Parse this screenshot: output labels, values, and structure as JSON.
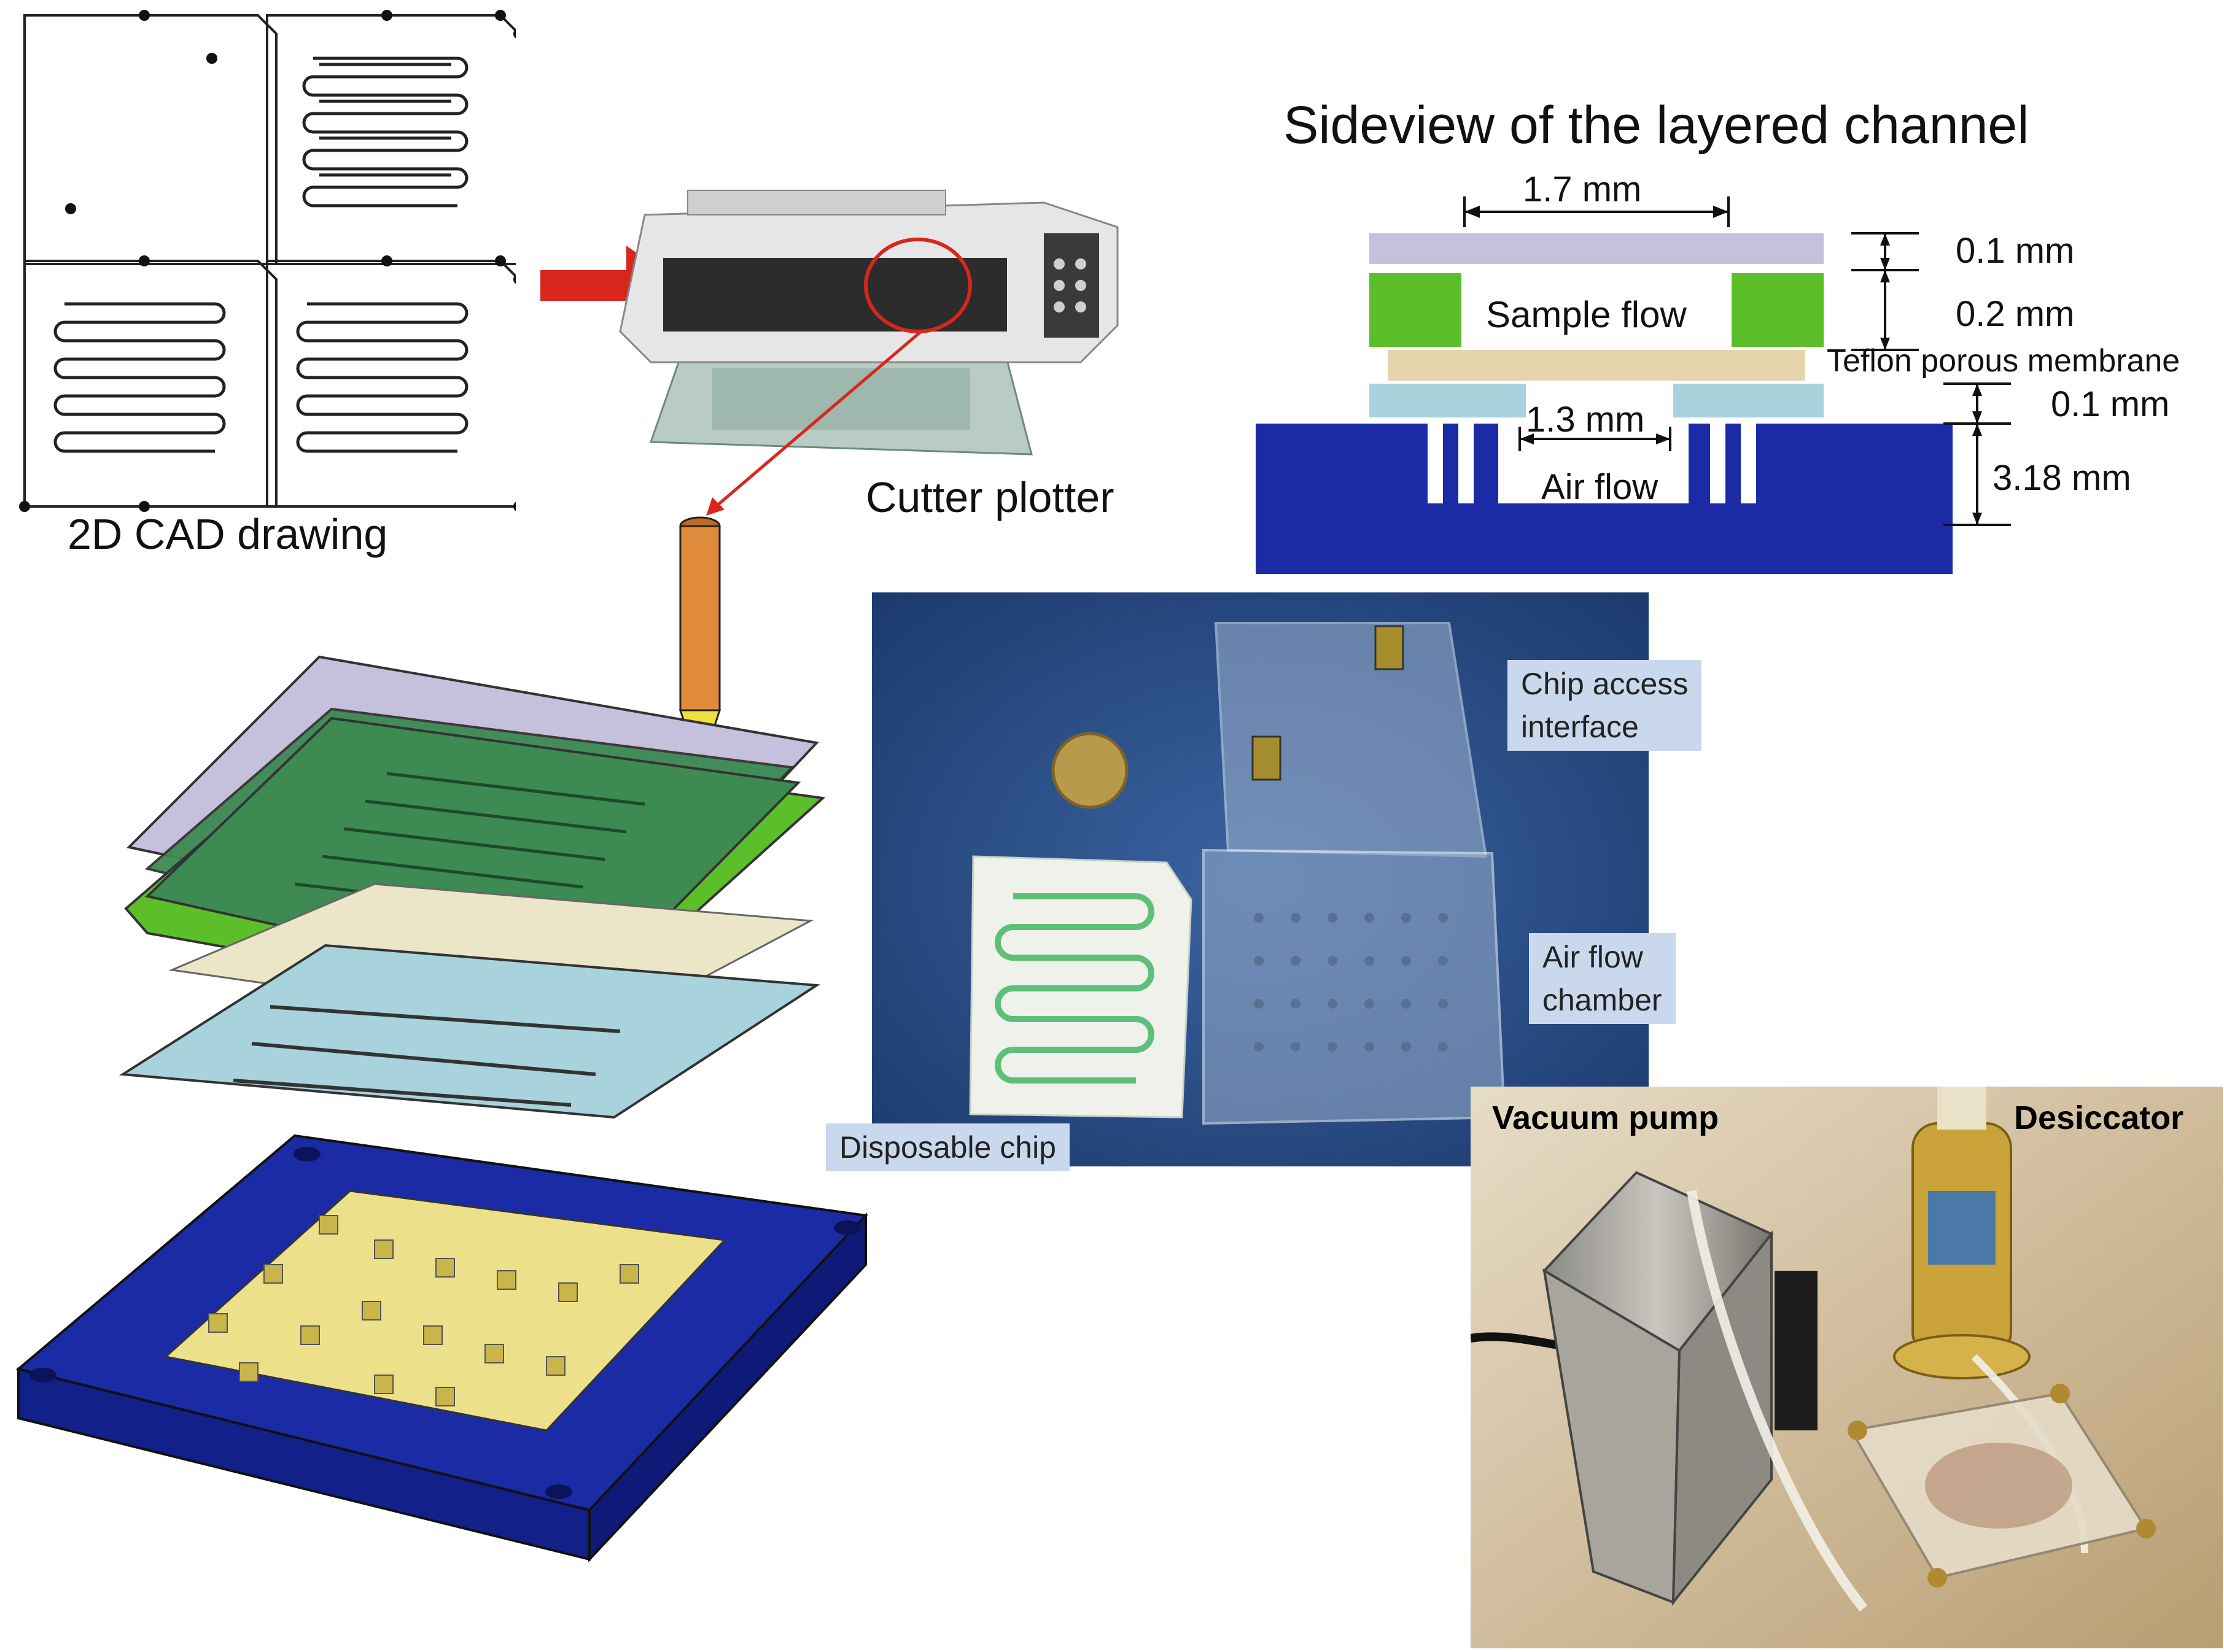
{
  "cad": {
    "label": "2D CAD drawing"
  },
  "plotter": {
    "label": "Cutter plotter"
  },
  "sideview": {
    "title": "Sideview of the layered channel",
    "dim_top_width": "1.7 mm",
    "dim_layer1": "0.1 mm",
    "dim_layer2": "0.2 mm",
    "membrane_label": "Teflon porous membrane",
    "dim_layer3": "0.1 mm",
    "dim_base": "3.18 mm",
    "dim_air_width": "1.3 mm",
    "sample_flow": "Sample flow",
    "air_flow": "Air flow"
  },
  "photo_chip": {
    "chip_access_line1": "Chip access",
    "chip_access_line2": "interface",
    "air_chamber_line1": "Air flow",
    "air_chamber_line2": "chamber",
    "disposable_chip": "Disposable chip"
  },
  "photo_setup": {
    "vacuum_pump": "Vacuum pump",
    "desiccator": "Desiccator"
  },
  "colors": {
    "purple_layer": "#c5c0dc",
    "green_layer": "#5cbf2a",
    "teal_layer": "#a8d3dc",
    "base_blue": "#1b2ba6",
    "arrow_red": "#d9261c",
    "pen_orange": "#e08a3c"
  }
}
